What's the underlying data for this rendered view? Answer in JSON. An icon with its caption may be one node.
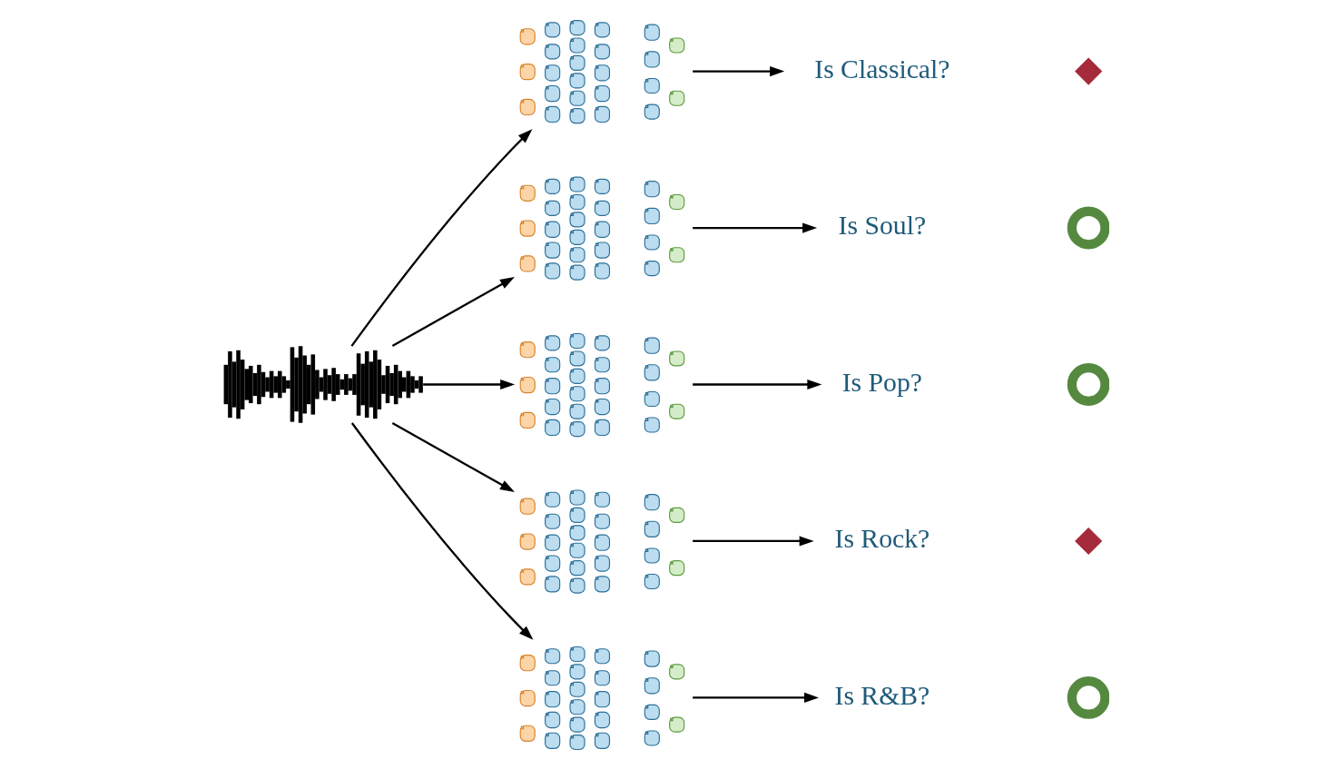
{
  "diagram": {
    "nodes": [
      {
        "text": [],
        "shape": "picture"
      },
      {
        "text": [],
        "shape": "picture"
      },
      {
        "text": [
          "Is Classical?"
        ]
      },
      {
        "text": [],
        "shape": "cross"
      },
      {
        "text": [],
        "shape": "picture"
      },
      {
        "text": [
          "Is Soul?"
        ]
      },
      {
        "text": [],
        "shape": "circle"
      },
      {
        "text": [],
        "shape": "picture"
      },
      {
        "text": [
          "Is Pop?"
        ]
      },
      {
        "text": [],
        "shape": "circle"
      },
      {
        "text": [],
        "shape": "picture"
      },
      {
        "text": [
          "Is Rock?"
        ]
      },
      {
        "text": [],
        "shape": "cross"
      },
      {
        "text": [],
        "shape": "picture"
      },
      {
        "text": [
          "Is R&B?"
        ]
      },
      {
        "text": [],
        "shape": "circle"
      }
    ],
    "edges": [
      {
        "from": 0,
        "to": 1,
        "arrow": "to"
      },
      {
        "from": 0,
        "to": 4,
        "arrow": "to"
      },
      {
        "from": 0,
        "to": 7,
        "arrow": "to"
      },
      {
        "from": 0,
        "to": 10,
        "arrow": "to"
      },
      {
        "from": 0,
        "to": 13,
        "arrow": "to"
      },
      {
        "from": 1,
        "to": 2,
        "arrow": "to"
      },
      {
        "from": 4,
        "to": 5,
        "arrow": "to"
      },
      {
        "from": 7,
        "to": 8,
        "arrow": "to"
      },
      {
        "from": 10,
        "to": 11,
        "arrow": "to"
      },
      {
        "from": 13,
        "to": 14,
        "arrow": "to"
      }
    ]
  }
}
